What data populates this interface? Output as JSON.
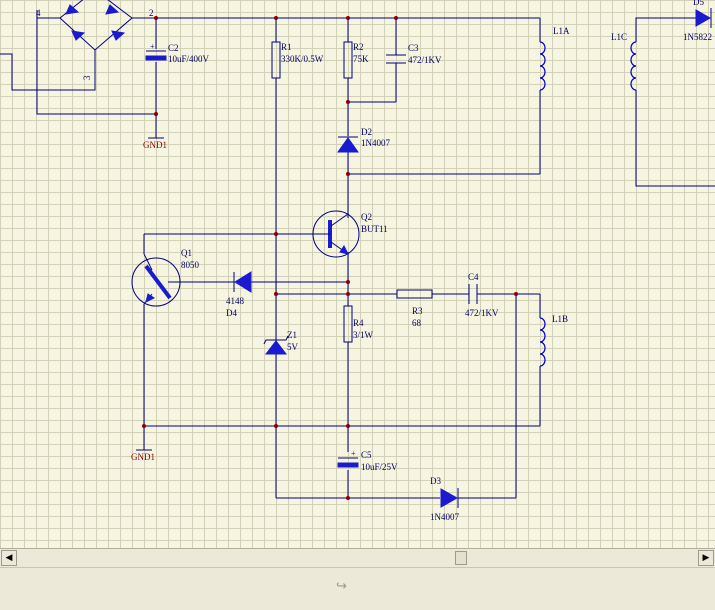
{
  "labels": {
    "bridge_pin_4": "4",
    "bridge_pin_2": "2",
    "bridge_pin_3": "3",
    "c2_ref": "C2",
    "c2_val": "10uF/400V",
    "gnd1_top": "GND1",
    "r1_ref": "R1",
    "r1_val": "330K/0.5W",
    "r2_ref": "R2",
    "r2_val": "75K",
    "c3_ref": "C3",
    "c3_val": "472/1KV",
    "l1a_ref": "L1A",
    "l1c_ref": "L1C",
    "d5_ref": "D5",
    "d5_val": "1N5822",
    "d2_ref": "D2",
    "d2_val": "1N4007",
    "q2_ref": "Q2",
    "q2_val": "BUT11",
    "q1_ref": "Q1",
    "q1_val": "8050",
    "d4_val": "4148",
    "d4_ref": "D4",
    "c4_ref": "C4",
    "c4_val": "472/1KV",
    "r3_ref": "R3",
    "r3_val": "68",
    "l1b_ref": "L1B",
    "r4_ref": "R4",
    "r4_val": "3/1W",
    "z1_ref": "Z1",
    "z1_val": "5V",
    "c5_ref": "C5",
    "c5_val": "10uF/25V",
    "gnd1_bottom": "GND1",
    "d3_ref": "D3",
    "d3_val": "1N4007"
  },
  "scrollbar": {
    "left_arrow": "◀",
    "right_arrow": "▶"
  },
  "icons": {
    "cursor": "↪"
  },
  "colors": {
    "wire": "#000080",
    "component_fill": "#1a1ad0",
    "junction": "#8b0000",
    "ground_label": "#8b0000",
    "grid": "#d2d1b8",
    "canvas": "#f6f5e2"
  }
}
